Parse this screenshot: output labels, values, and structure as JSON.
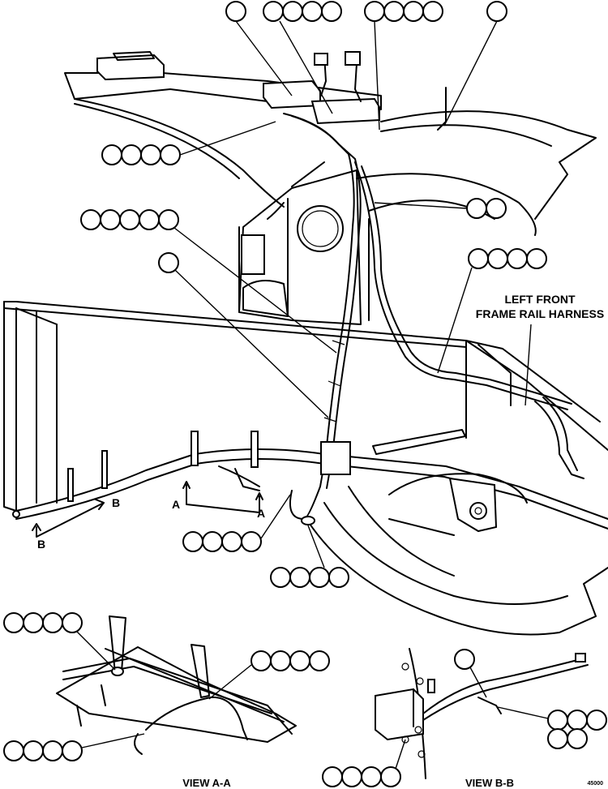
{
  "labels": {
    "harness_line1": "LEFT FRONT",
    "harness_line2": "FRAME RAIL HARNESS",
    "view_a": "VIEW A-A",
    "view_b": "VIEW B-B",
    "figure_number": "45000",
    "section_a_left": "A",
    "section_a_right": "A",
    "section_b_top": "B",
    "section_b_bottom": "B"
  },
  "colors": {
    "ink": "#000000",
    "paper": "#ffffff"
  }
}
